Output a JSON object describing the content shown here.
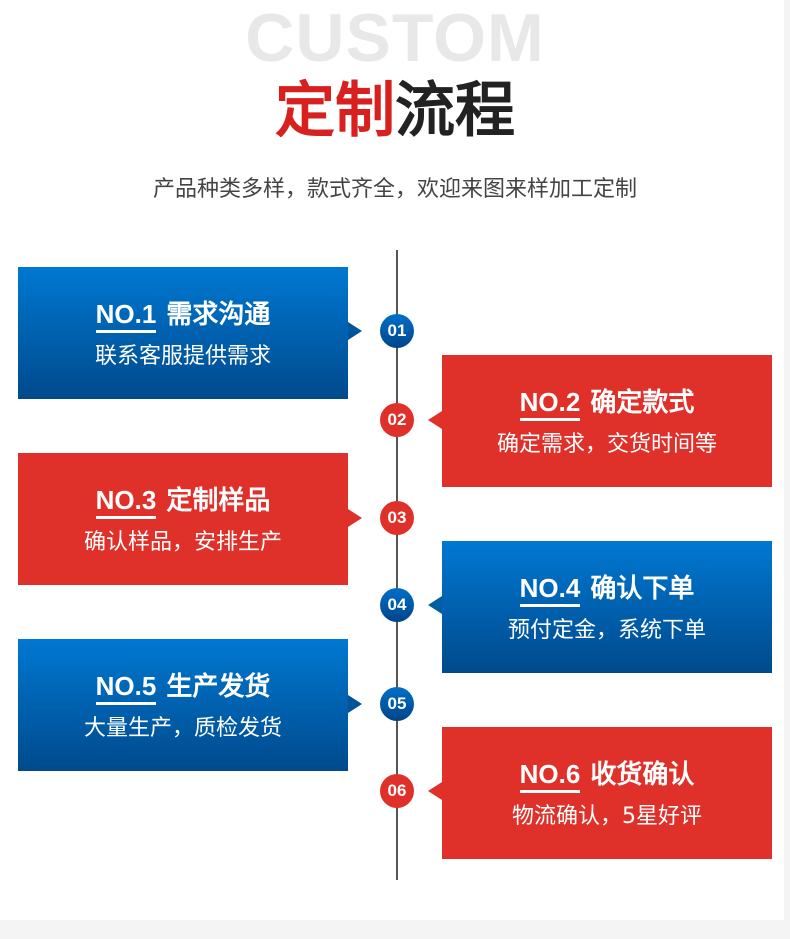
{
  "header": {
    "bg_word": "CUSTOM",
    "title_red": "定制",
    "title_dark": "流程",
    "subtitle": "产品种类多样，款式齐全，欢迎来图来样加工定制"
  },
  "steps": [
    {
      "no": "NO.1",
      "title": "需求沟通",
      "desc": "联系客服提供需求",
      "badge": "01",
      "color": "blue"
    },
    {
      "no": "NO.2",
      "title": "确定款式",
      "desc": "确定需求，交货时间等",
      "badge": "02",
      "color": "red"
    },
    {
      "no": "NO.3",
      "title": "定制样品",
      "desc": "确认样品，安排生产",
      "badge": "03",
      "color": "red"
    },
    {
      "no": "NO.4",
      "title": "确认下单",
      "desc": "预付定金，系统下单",
      "badge": "04",
      "color": "blue"
    },
    {
      "no": "NO.5",
      "title": "生产发货",
      "desc": "大量生产，质检发货",
      "badge": "05",
      "color": "blue"
    },
    {
      "no": "NO.6",
      "title": "收货确认",
      "desc": "物流确认，5星好评",
      "badge": "06",
      "color": "red"
    }
  ],
  "colors": {
    "blue_top": "#0078d2",
    "blue_bottom": "#004a8c",
    "red": "#e0302a",
    "title_red": "#d8201f"
  }
}
